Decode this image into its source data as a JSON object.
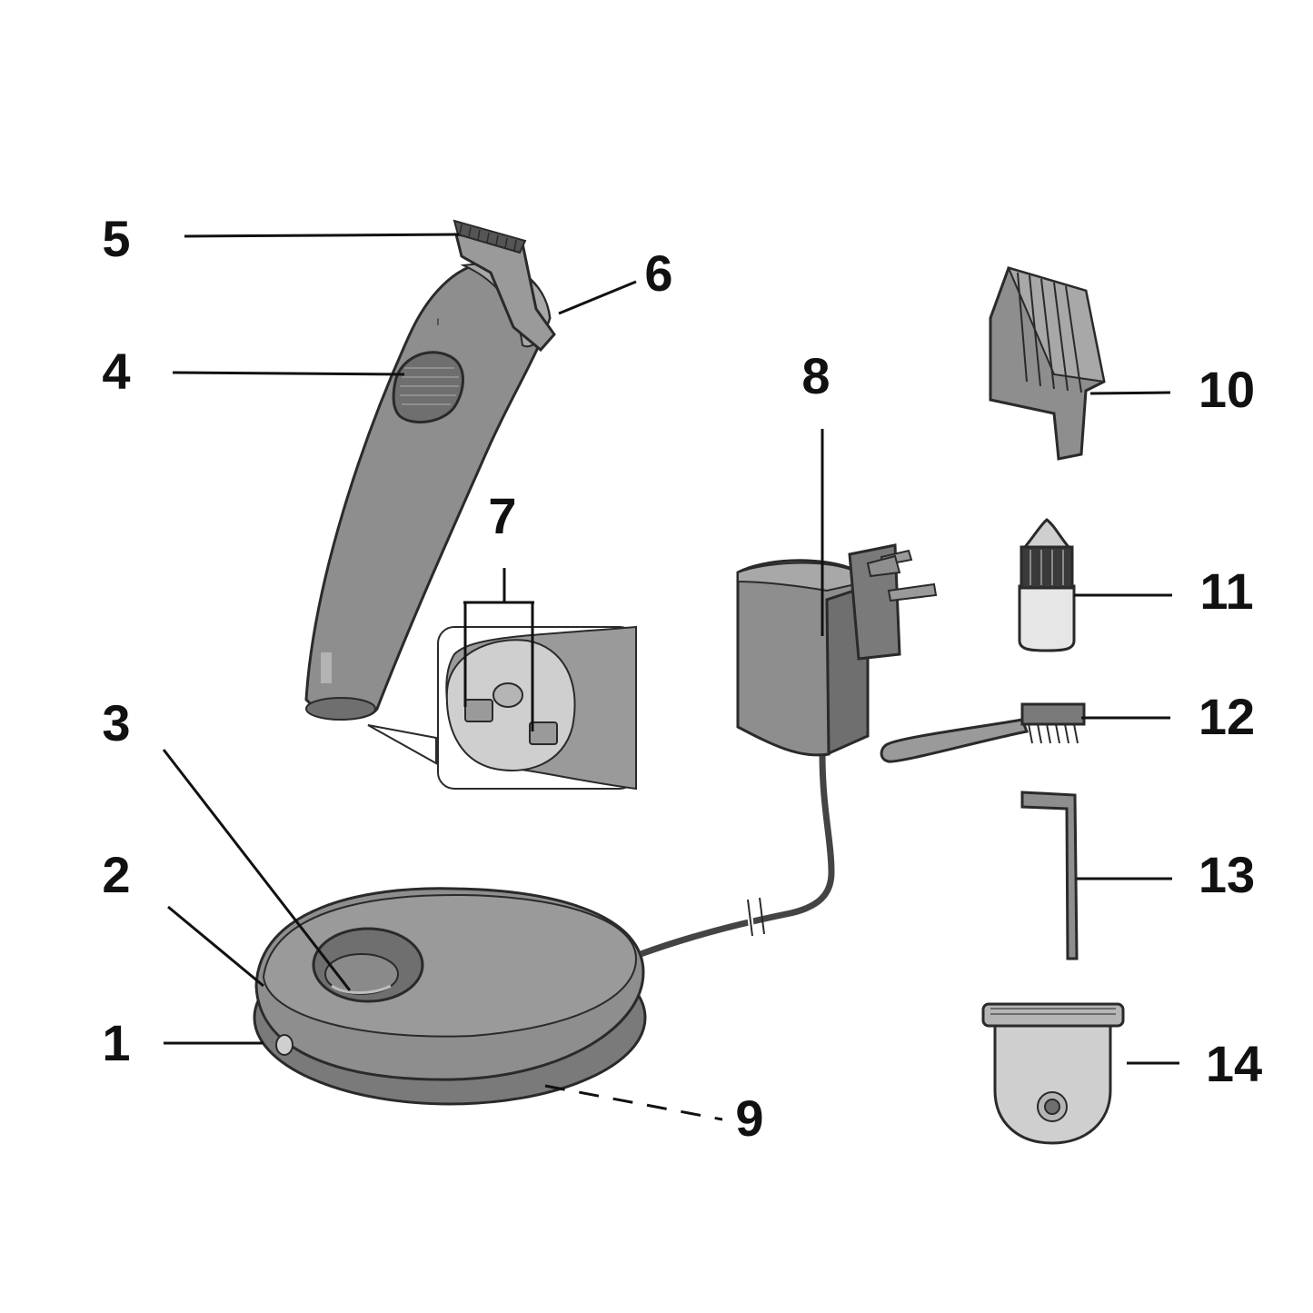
{
  "colors": {
    "body": "#8e8e8e",
    "body_dark": "#6f6f6f",
    "body_light": "#bdbdbd",
    "outline": "#2a2a2a",
    "label": "#111111"
  },
  "callouts": [
    {
      "id": "1",
      "label": "1"
    },
    {
      "id": "2",
      "label": "2"
    },
    {
      "id": "3",
      "label": "3"
    },
    {
      "id": "4",
      "label": "4"
    },
    {
      "id": "5",
      "label": "5"
    },
    {
      "id": "6",
      "label": "6"
    },
    {
      "id": "7",
      "label": "7"
    },
    {
      "id": "8",
      "label": "8"
    },
    {
      "id": "9",
      "label": "9"
    },
    {
      "id": "10",
      "label": "10"
    },
    {
      "id": "11",
      "label": "11"
    },
    {
      "id": "12",
      "label": "12"
    },
    {
      "id": "13",
      "label": "13"
    },
    {
      "id": "14",
      "label": "14"
    }
  ]
}
